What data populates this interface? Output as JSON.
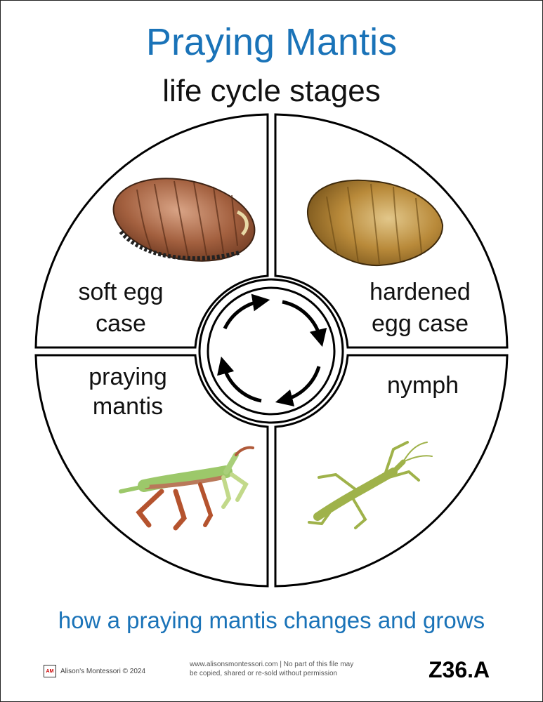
{
  "header": {
    "title": "Praying Mantis",
    "subtitle": "life cycle stages"
  },
  "stages": [
    {
      "id": "soft-egg-case",
      "line1": "soft egg",
      "line2": "case"
    },
    {
      "id": "hardened-egg-case",
      "line1": "hardened",
      "line2": "egg case"
    },
    {
      "id": "nymph",
      "line1": "nymph",
      "line2": ""
    },
    {
      "id": "praying-mantis",
      "line1": "praying",
      "line2": "mantis"
    }
  ],
  "tagline": "how a praying mantis changes and grows",
  "footer": {
    "logo_text": "AM",
    "copyright": "Alison's Montessori © 2024",
    "notice_line1": "www.alisonsmontessori.com | No part of this file may",
    "notice_line2": "be copied, shared or re-sold without permission",
    "code": "Z36.A"
  },
  "colors": {
    "title": "#1a73b8",
    "tagline": "#1a73b8"
  }
}
